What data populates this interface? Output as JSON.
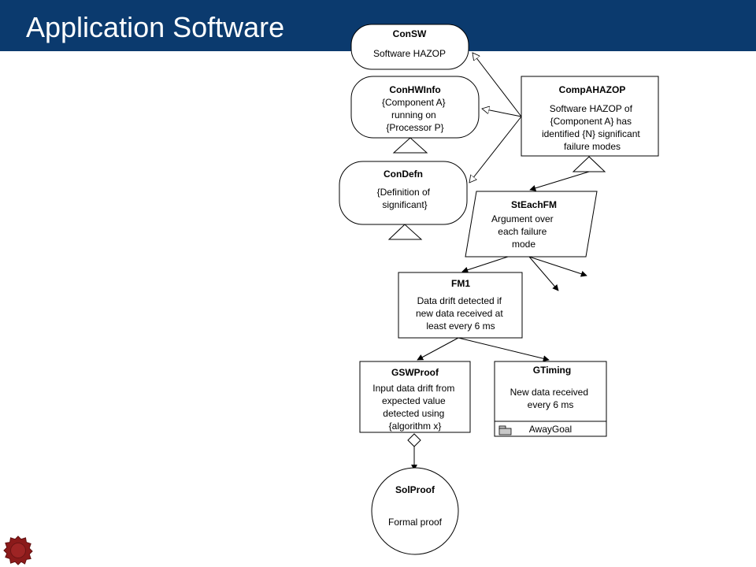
{
  "header": {
    "title": "Application Software"
  },
  "diagram": {
    "nodes": {
      "consw": {
        "id": "ConSW",
        "lines": [
          "Software HAZOP"
        ]
      },
      "conhwinfo": {
        "id": "ConHWInfo",
        "lines": [
          "{Component A}",
          "running on",
          "{Processor P}"
        ]
      },
      "condefn": {
        "id": "ConDefn",
        "lines": [
          "{Definition of",
          "significant}"
        ]
      },
      "compahazop": {
        "id": "CompAHAZOP",
        "lines": [
          "Software HAZOP of",
          "{Component A} has",
          "identified {N} significant",
          "failure modes"
        ]
      },
      "steachfm": {
        "id": "StEachFM",
        "lines": [
          "Argument over",
          "each failure",
          "mode"
        ]
      },
      "fm1": {
        "id": "FM1",
        "lines": [
          "Data drift detected if",
          "new data received at",
          "least every 6 ms"
        ]
      },
      "gswproof": {
        "id": "GSWProof",
        "lines": [
          "Input data drift from",
          "expected value",
          "detected using",
          "{algorithm x}"
        ]
      },
      "gtiming": {
        "id": "GTiming",
        "lines": [
          "New data received",
          "every 6 ms"
        ],
        "away_label": "AwayGoal"
      },
      "solproof": {
        "id": "SolProof",
        "lines": [
          "Formal proof"
        ]
      }
    }
  },
  "colors": {
    "header_bg": "#0b3a6e",
    "header_text": "#ffffff",
    "stroke": "#000000",
    "seal": "#8b1a1a"
  },
  "icons": {
    "logo": "seal-logo-icon",
    "away_goal": "folder-icon"
  }
}
